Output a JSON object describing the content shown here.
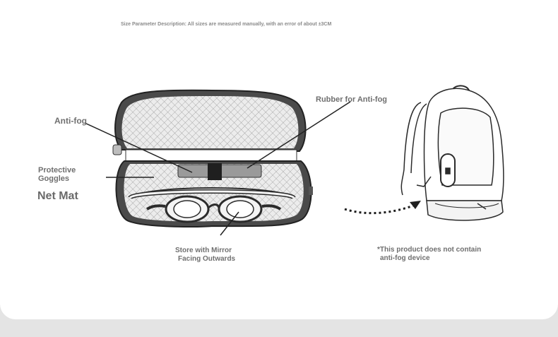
{
  "header_note": "Size Parameter Description: All sizes are measured manually, with an error of about ±3CM",
  "labels": {
    "anti_fog": "Anti-fog",
    "rubber": "Rubber for Anti-fog",
    "protective_line1": "Protective",
    "protective_line2": "Goggles",
    "net_mat": "Net Mat",
    "store_line1": "Store with Mirror",
    "store_line2": "Facing Outwards",
    "product_line1": "*This product does not contain",
    "product_line2": "anti-fog device"
  },
  "illustrations": {
    "case": "goggle-case-icon",
    "goggles": "swim-goggles-icon",
    "backpack": "backpack-icon"
  },
  "colors": {
    "label_text": "#6f6f6f",
    "line_art": "#2b2b2b",
    "case_shell": "#4a4a4a",
    "net_fill": "#e8e8e8",
    "page_bg": "#e4e4e4"
  }
}
